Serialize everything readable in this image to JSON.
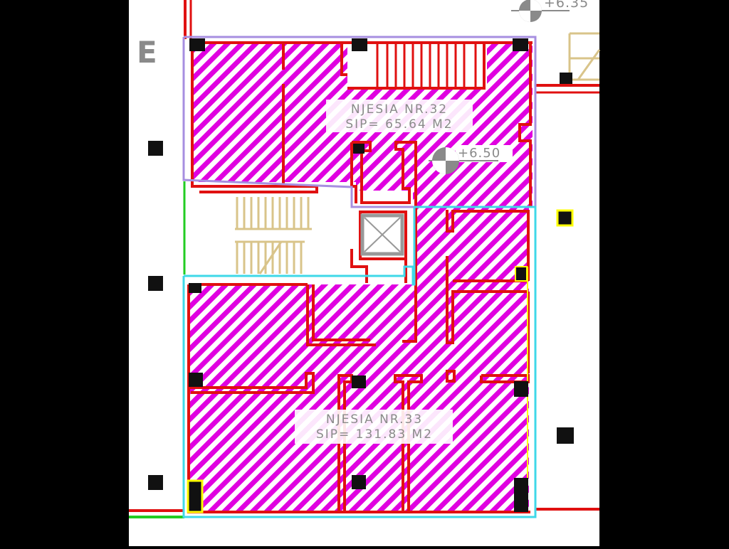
{
  "plan": {
    "partial_label": "E",
    "units": [
      {
        "name": "NJESIA NR.32",
        "area": "SIP= 65.64 M2"
      },
      {
        "name": "NJESIA NR.33",
        "area": "SIP= 131.83 M2"
      }
    ],
    "elevations": [
      "+6.35",
      "+6.50"
    ]
  },
  "colors": {
    "background": "#000000",
    "sheet": "#ffffff",
    "wall": "#e01010",
    "hatch": "#e000e0",
    "unit32_border": "#a78fe0",
    "unit33_border": "#3fd8e8",
    "stair": "#d9c48a",
    "column": "#111111",
    "column_highlight": "#ffff00",
    "green_line": "#22cc22",
    "label_text": "#8a8a8a"
  },
  "icons": [
    "elevation-marker-icon",
    "elevator-icon"
  ]
}
